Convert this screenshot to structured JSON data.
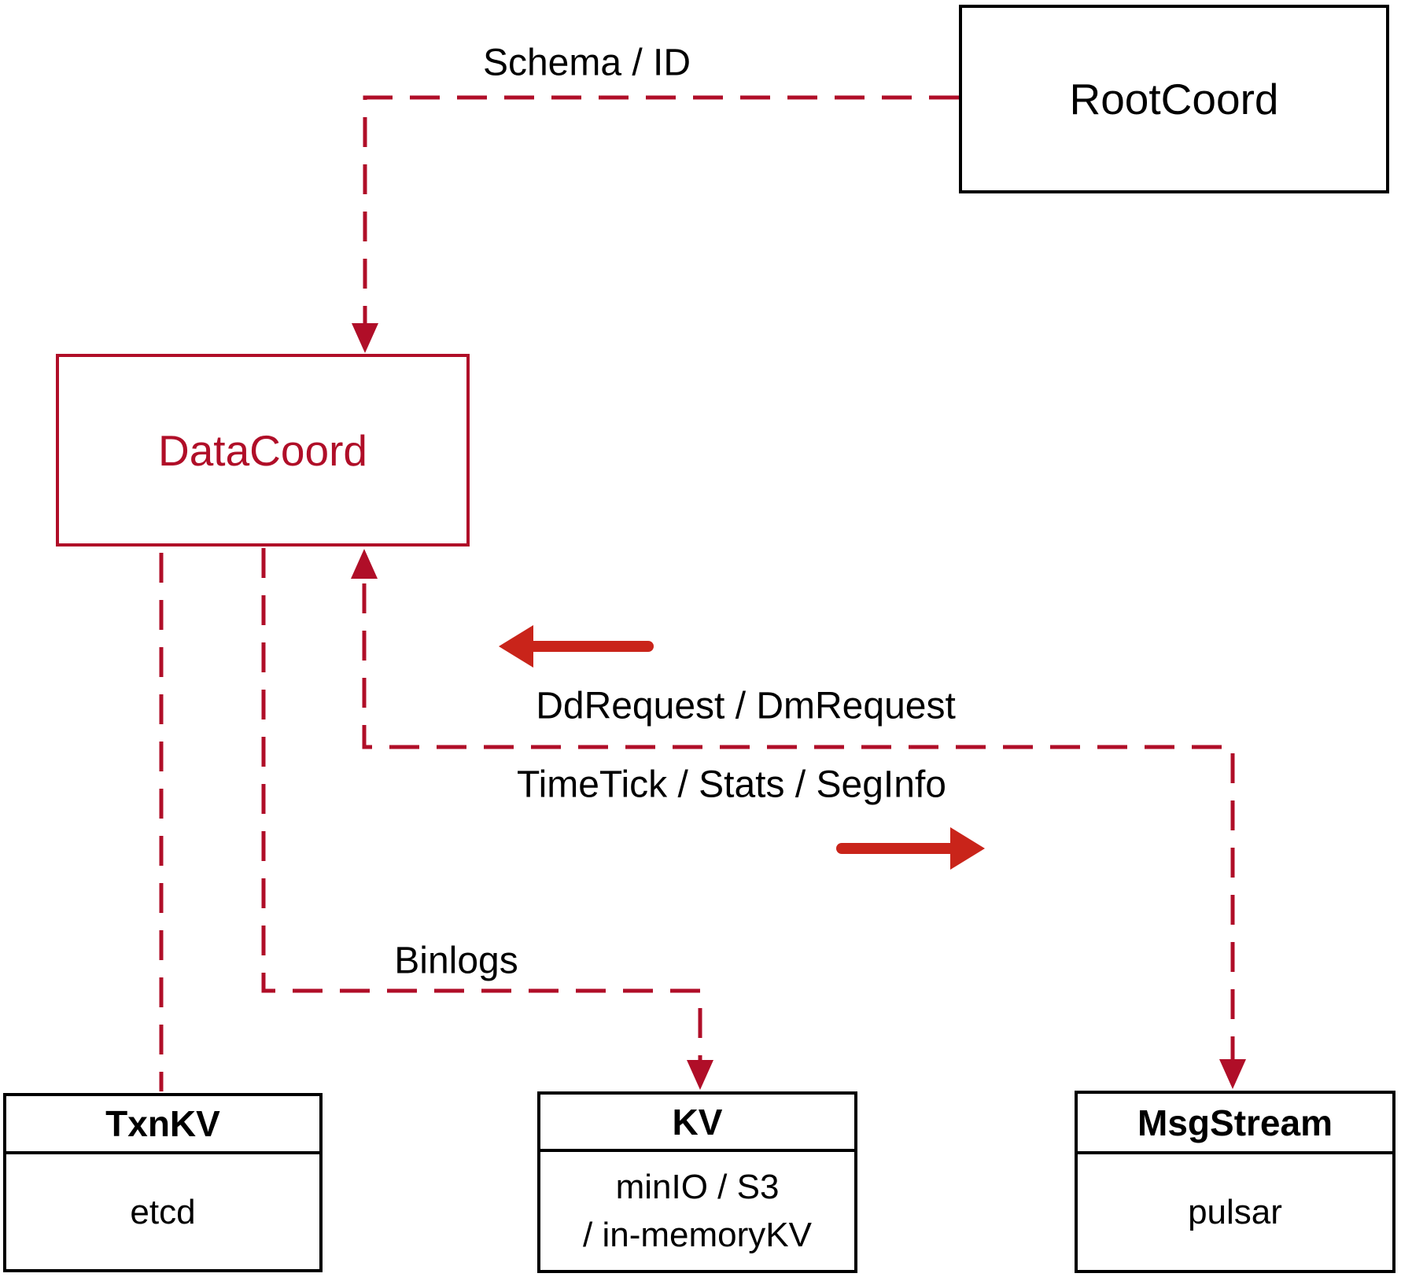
{
  "diagram": {
    "nodes": {
      "rootcoord": {
        "label": "RootCoord"
      },
      "datacoord": {
        "label": "DataCoord"
      },
      "txnkv": {
        "title": "TxnKV",
        "body": "etcd"
      },
      "kv": {
        "title": "KV",
        "body_line1": "minIO / S3",
        "body_line2": "/ in-memoryKV"
      },
      "msgstream": {
        "title": "MsgStream",
        "body": "pulsar"
      }
    },
    "edge_labels": {
      "schema_id": "Schema / ID",
      "dd_dm_request": "DdRequest / DmRequest",
      "timetick_stats_seginfo": "TimeTick / Stats / SegInfo",
      "binlogs": "Binlogs"
    },
    "colors": {
      "dashed_connector": "#B00E28",
      "datacoord_accent": "#B00E28",
      "solid_arrow": "#C9241A",
      "node_border": "#000000",
      "text": "#000000",
      "background": "#ffffff"
    }
  }
}
